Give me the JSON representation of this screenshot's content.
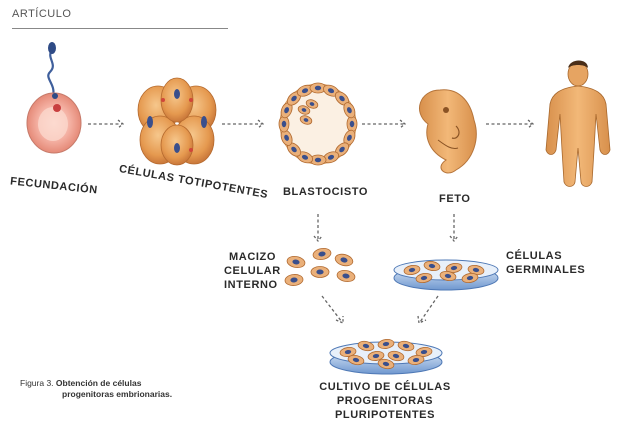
{
  "header": {
    "section": "ARTÍCULO"
  },
  "stages": {
    "fecundacion": "FECUNDACIÓN",
    "totipotentes": "CÉLULAS TOTIPOTENTES",
    "blastocisto": "BLASTOCISTO",
    "feto": "FETO"
  },
  "sources": {
    "macizo": [
      "MACIZO",
      "CELULAR",
      "INTERNO"
    ],
    "germinales": [
      "CÉLULAS",
      "GERMINALES"
    ]
  },
  "result": [
    "CULTIVO DE CÉLULAS",
    "PROGENITORAS",
    "PLURIPOTENTES"
  ],
  "caption": {
    "prefix": "Figura 3.",
    "bold_line1": "Obtención de células",
    "bold_line2": "progenitoras embrionarias."
  },
  "colors": {
    "cell_orange": "#e8a15a",
    "cell_dark": "#c97a35",
    "nucleus_blue": "#3a4f8c",
    "dish_blue": "#7fa7d8",
    "skin": "#e9a866",
    "egg_pink": "#f1a89a"
  }
}
